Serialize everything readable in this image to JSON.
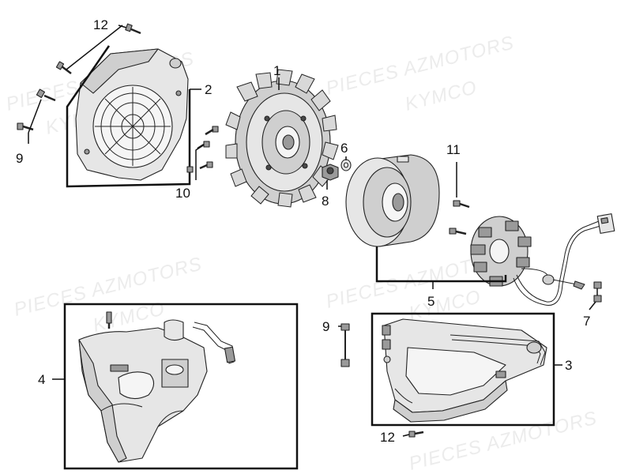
{
  "watermarks": {
    "pieces_azmotors": "PIECES AZMOTORS",
    "kymco": "KYMCO"
  },
  "callouts": {
    "c1": "1",
    "c2": "2",
    "c3": "3",
    "c4": "4",
    "c5": "5",
    "c6": "6",
    "c7": "7",
    "c8": "8",
    "c9_top": "9",
    "c9_bottom": "9",
    "c10": "10",
    "c11": "11",
    "c12_top": "12",
    "c12_bottom": "12"
  },
  "colors": {
    "line": "#111111",
    "watermark": "#ececec",
    "part_fill": "#d8d8d8"
  }
}
